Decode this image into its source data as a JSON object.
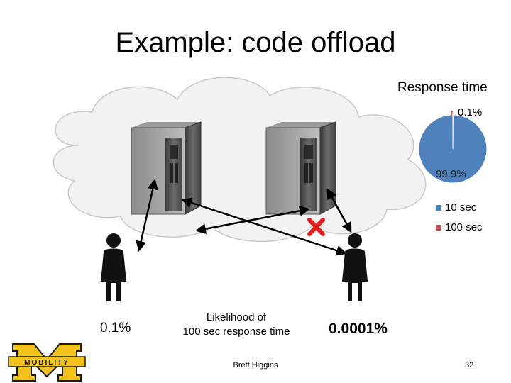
{
  "slide": {
    "title": "Example: code offload",
    "left_probability": "0.1%",
    "likelihood_caption_line1": "Likelihood of",
    "likelihood_caption_line2": "100 sec response time",
    "right_probability": "0.0001%",
    "footer_author": "Brett Higgins",
    "page_number": "32",
    "logo_text": "MOBILITY"
  },
  "chart_data": {
    "type": "pie",
    "title": "Response time",
    "categories": [
      "10 sec",
      "100 sec"
    ],
    "values": [
      99.9,
      0.1
    ],
    "data_labels": [
      "99.9%",
      "0.1%"
    ],
    "colors": [
      "#4F81BD",
      "#C0504D"
    ],
    "legend_placement": "right"
  },
  "colors": {
    "logo_gold": "#F2C21B",
    "logo_outline": "#1a1a1a",
    "failure_x": "#E21F1F",
    "server_dark": "#4a4a4a",
    "cloud_fill": "#F2F2F2"
  }
}
